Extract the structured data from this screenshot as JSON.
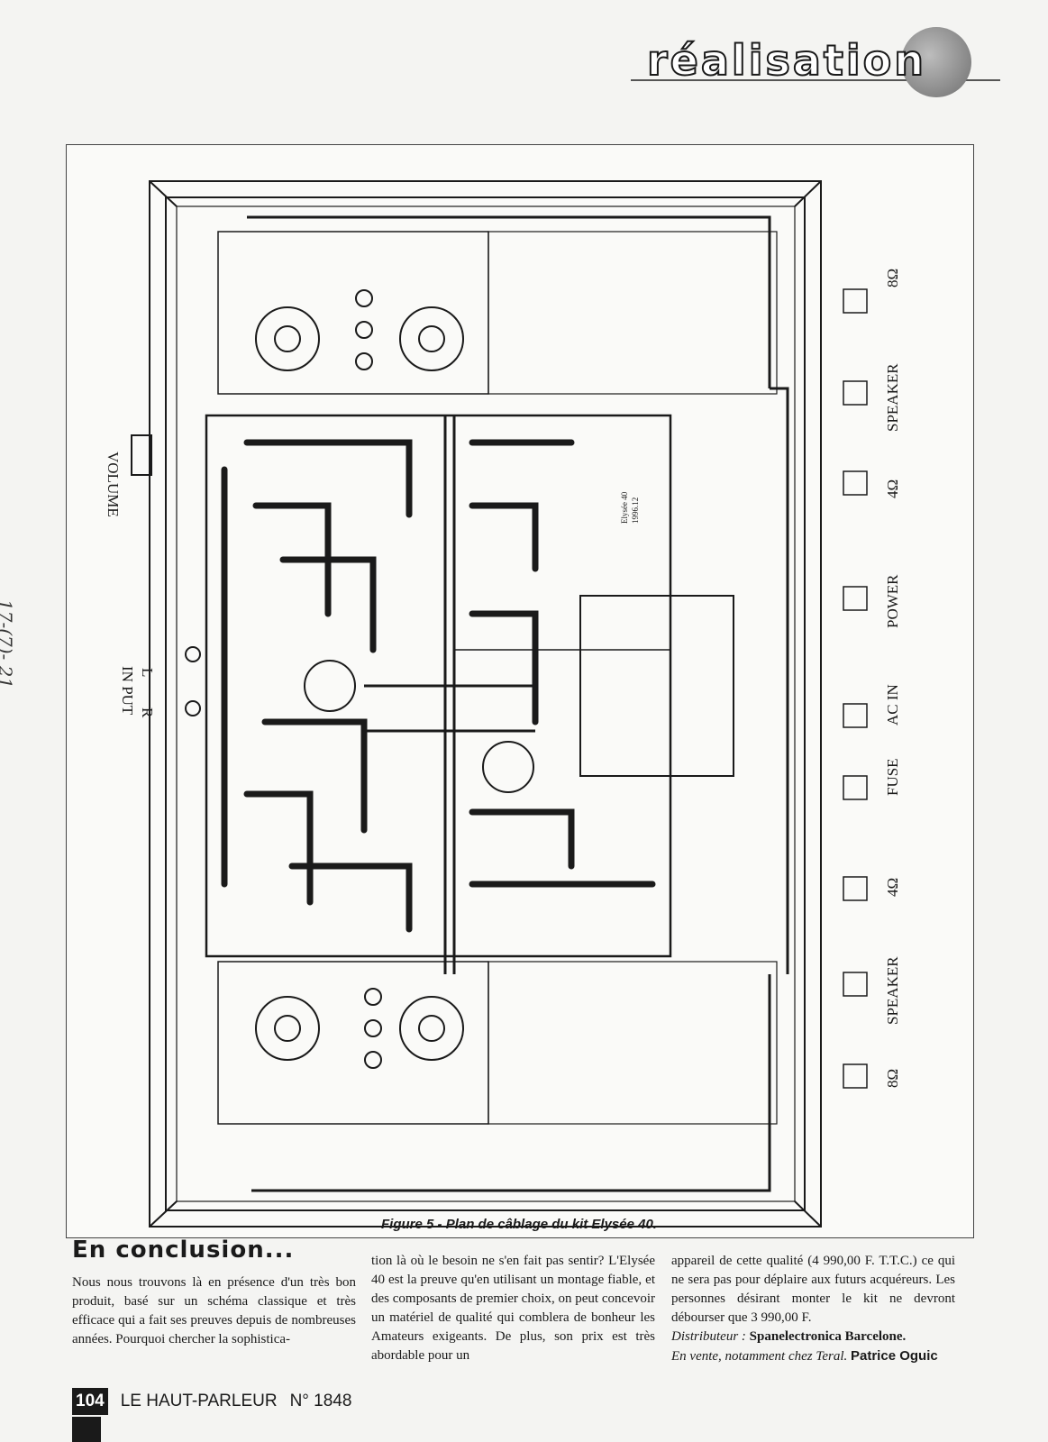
{
  "header": {
    "word": "réalisation"
  },
  "handnote": "17-(7)- 21",
  "figure": {
    "caption": "Figure 5 - Plan de câblage du kit Elysée 40.",
    "labels": {
      "volume": "VOLUME",
      "l": "L",
      "r": "R",
      "input": "IN PUT",
      "speaker_top": "SPEAKER",
      "speaker_bottom": "SPEAKER",
      "ohm8_top": "8Ω",
      "ohm4_top": "4Ω",
      "power": "POWER",
      "ac_in": "AC IN",
      "fuse": "FUSE",
      "ohm4_bottom": "4Ω",
      "ohm8_bottom": "8Ω",
      "board_name": "Elysée 40",
      "board_date": "1996.12"
    }
  },
  "article": {
    "section_title": "En conclusion...",
    "col1": "Nous nous trouvons là en présence d'un très bon produit, basé sur un schéma classique et très efficace qui a fait ses preuves depuis de nombreuses années. Pourquoi chercher la sophistica-",
    "col2": "tion là où le besoin ne s'en fait pas sentir? L'Elysée 40 est la preuve qu'en utilisant un montage fiable, et des composants de premier choix, on peut concevoir un matériel de qualité qui comblera de bonheur les Amateurs exigeants. De plus, son prix est très abordable pour un",
    "col3": "appareil de cette qualité (4 990,00 F. T.T.C.) ce qui ne sera pas pour déplaire aux futurs acquéreurs. Les personnes désirant monter le kit ne devront débourser que 3 990,00 F.",
    "distributor_label": "Distributeur :",
    "distributor_name": "Spanelectronica Barcelone.",
    "sale_note": "En vente, notamment chez Teral.",
    "author": "Patrice Oguic"
  },
  "footer": {
    "page_number": "104",
    "magazine": "LE HAUT-PARLEUR",
    "issue": "N° 1848"
  }
}
